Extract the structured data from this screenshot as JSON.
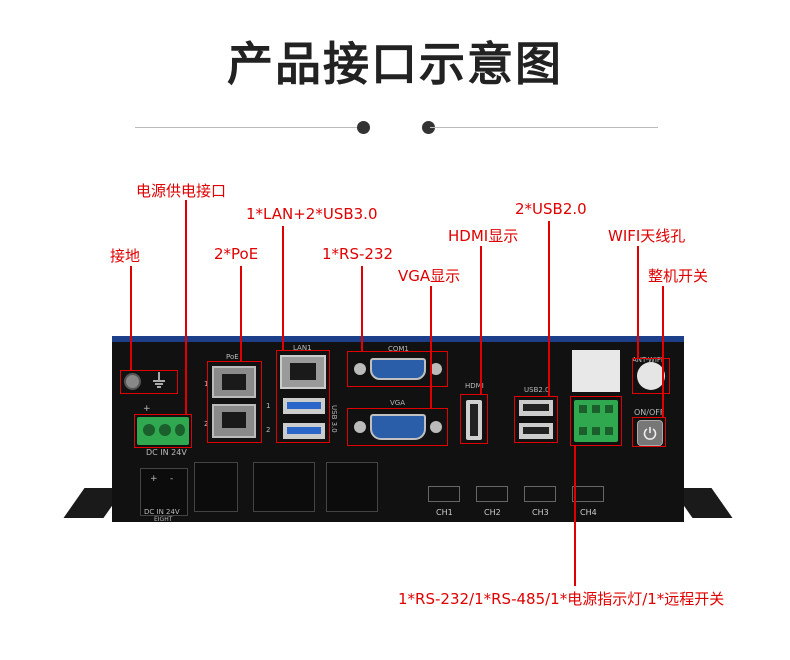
{
  "title": "产品接口示意图",
  "labels": {
    "power_port": "电源供电接口",
    "ground": "接地",
    "poe": "2*PoE",
    "lan_usb3": "1*LAN+2*USB3.0",
    "rs232": "1*RS-232",
    "vga": "VGA显示",
    "hdmi": "HDMI显示",
    "usb2": "2*USB2.0",
    "wifi": "WIFI天线孔",
    "power_switch": "整机开关",
    "io_block": "1*RS-232/1*RS-485/1*电源指示灯/1*远程开关"
  },
  "silkscreen": {
    "poe": "PoE",
    "lan1": "LAN1",
    "com1": "COM1",
    "vga": "VGA",
    "hdmi": "HDMI",
    "usb20": "USB2.0",
    "usb30": "USB 3.0",
    "ant_wifi": "ANT-WIFI",
    "onoff": "ON/OFF",
    "dc_in": "DC  IN  24V",
    "dc_in2": "DC  IN  24V",
    "eight": "EIGHT",
    "plus": "+",
    "minus": "-",
    "port1": "1",
    "port2": "2",
    "ch1": "CH1",
    "ch2": "CH2",
    "ch3": "CH3",
    "ch4": "CH4"
  },
  "colors": {
    "accent": "#e00000",
    "chassis": "#111111",
    "top_strip": "#1d3f8a",
    "terminal": "#2fa84f",
    "usb3": "#2a67c9",
    "com_port": "#2a5ea8"
  }
}
